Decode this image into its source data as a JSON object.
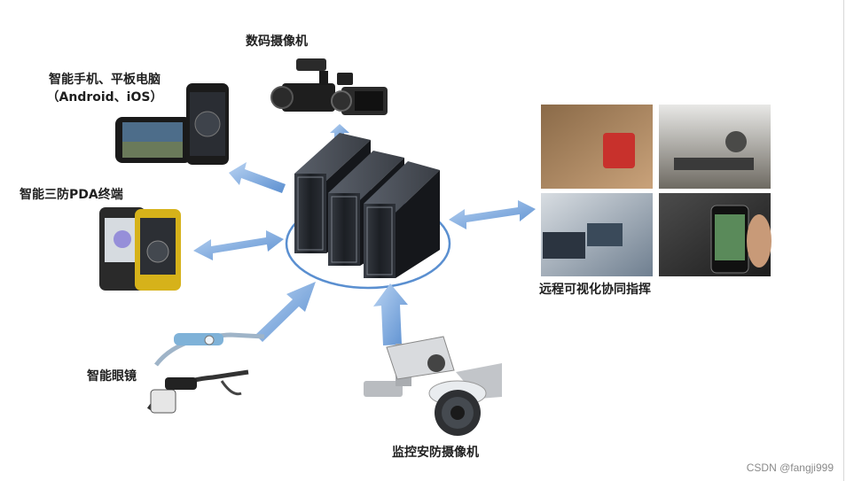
{
  "labels": {
    "camera": "数码摄像机",
    "phone_line1": "智能手机、平板电脑",
    "phone_line2": "（Android、iOS）",
    "pda": "智能三防PDA终端",
    "glasses": "智能眼镜",
    "surveillance": "监控安防摄像机",
    "remote": "远程可视化协同指挥"
  },
  "watermark": "CSDN @fangji999",
  "colors": {
    "arrow": "#8fb6e6",
    "arrow_dark": "#5b8fd0",
    "server": "#2b2f36",
    "ring": "#5a8fd0"
  }
}
